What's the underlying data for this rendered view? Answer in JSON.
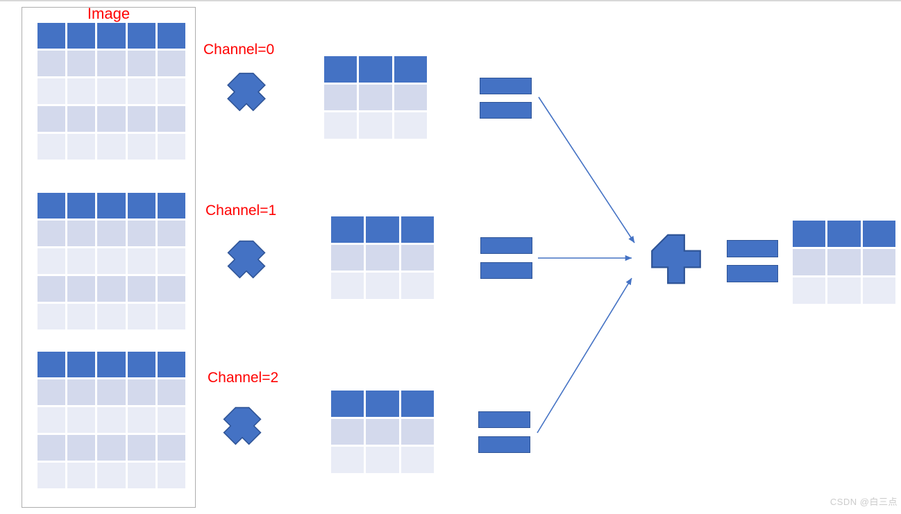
{
  "colors": {
    "dark_blue": "#4472C4",
    "shape_border": "#2F5496",
    "row_light": "#D3D9EC",
    "row_lighter": "#E9ECF6",
    "label_red": "#FF0000",
    "arrow_blue": "#4472C4",
    "panel_border": "#ADADAD",
    "top_rule": "#D8D8D8",
    "watermark_gray": "#CBCBCB"
  },
  "image_panel": {
    "label": "Image"
  },
  "channels": [
    {
      "label": "Channel=0"
    },
    {
      "label": "Channel=1"
    },
    {
      "label": "Channel=2"
    }
  ],
  "operators": {
    "multiply_icon": "multiply-x",
    "equals_icon": "equals-bars",
    "plus_icon": "plus-cross"
  },
  "grids": {
    "image5x5": {
      "rows": 5,
      "cols": 5,
      "row_pattern": [
        "dark",
        "lightA",
        "lightB",
        "lightA",
        "lightB"
      ]
    },
    "kernel3x3": {
      "rows": 3,
      "cols": 3,
      "row_pattern": [
        "dark",
        "lightA",
        "lightB"
      ]
    },
    "result3x3": {
      "rows": 3,
      "cols": 3,
      "row_pattern": [
        "dark",
        "lightA",
        "lightB"
      ]
    }
  },
  "watermark": {
    "text": "CSDN @白三点"
  }
}
